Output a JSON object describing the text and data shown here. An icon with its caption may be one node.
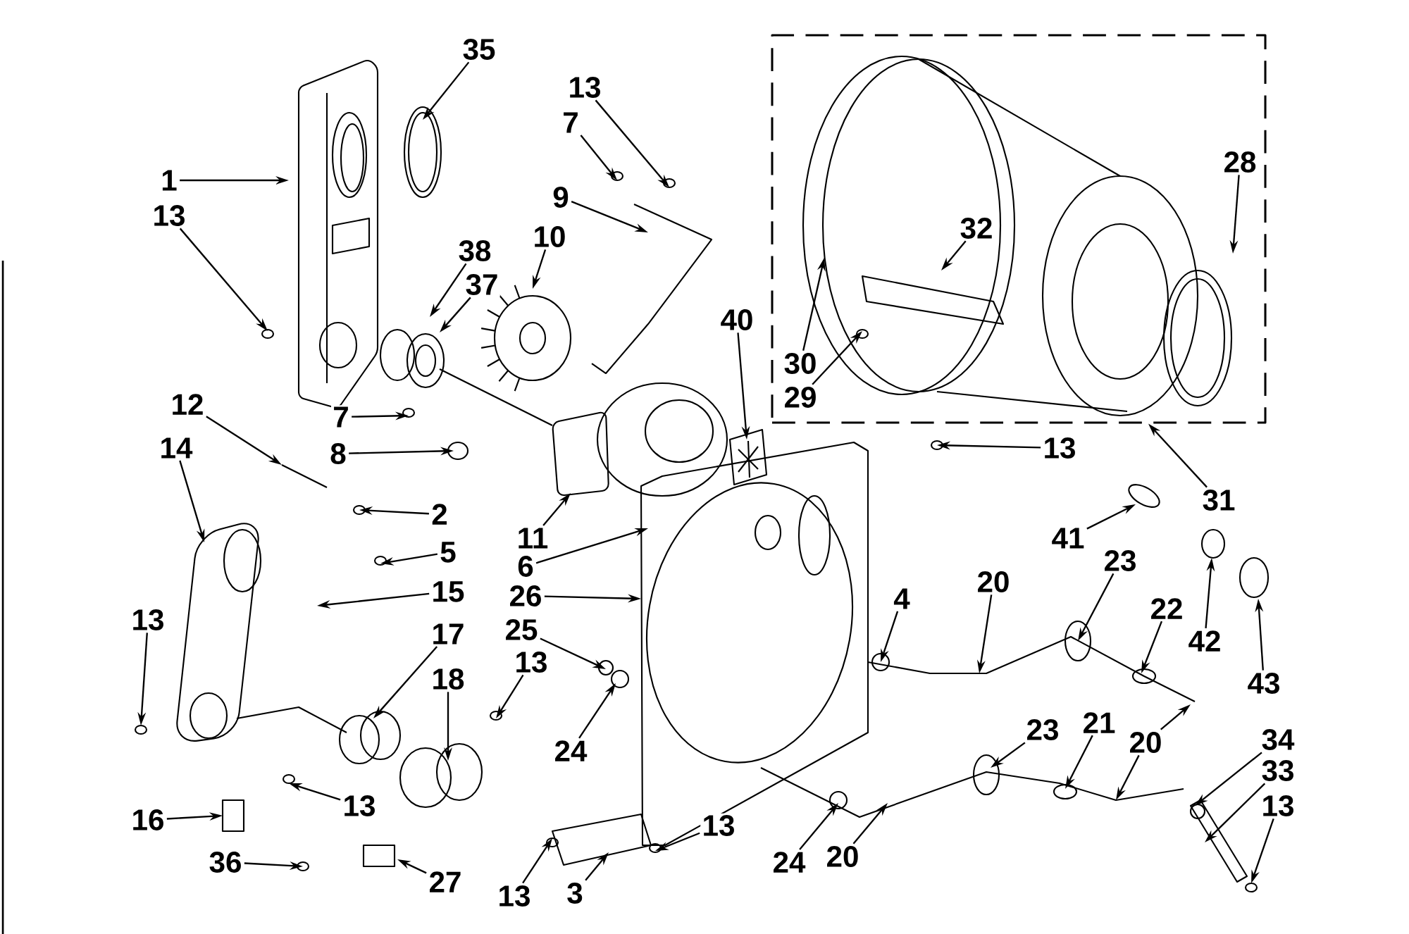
{
  "diagram": {
    "nodes": [
      {
        "text": [],
        "shape": "box"
      },
      {
        "text": [
          "1"
        ]
      },
      {
        "text": [
          "13"
        ]
      },
      {
        "text": [
          "35"
        ]
      },
      {
        "text": [
          "13"
        ]
      },
      {
        "text": [
          "7"
        ]
      },
      {
        "text": [
          "9"
        ]
      },
      {
        "text": [
          "10"
        ]
      },
      {
        "text": [
          "38"
        ]
      },
      {
        "text": [
          "37"
        ]
      },
      {
        "text": [
          "32"
        ],
        "in": 0
      },
      {
        "text": [
          "28"
        ],
        "in": 0
      },
      {
        "text": [
          "30"
        ],
        "in": 0
      },
      {
        "text": [
          "29"
        ],
        "in": 0
      },
      {
        "text": [
          "40"
        ]
      },
      {
        "text": [
          "13"
        ]
      },
      {
        "text": [
          "31"
        ]
      },
      {
        "text": [
          "12"
        ]
      },
      {
        "text": [
          "7"
        ]
      },
      {
        "text": [
          "8"
        ]
      },
      {
        "text": [
          "14"
        ]
      },
      {
        "text": [
          "2"
        ]
      },
      {
        "text": [
          "11"
        ]
      },
      {
        "text": [
          "6"
        ]
      },
      {
        "text": [
          "41"
        ]
      },
      {
        "text": [
          "5"
        ]
      },
      {
        "text": [
          "26"
        ]
      },
      {
        "text": [
          "4"
        ]
      },
      {
        "text": [
          "20"
        ]
      },
      {
        "text": [
          "23"
        ]
      },
      {
        "text": [
          "42"
        ]
      },
      {
        "text": [
          "15"
        ]
      },
      {
        "text": [
          "22"
        ]
      },
      {
        "text": [
          "43"
        ]
      },
      {
        "text": [
          "13"
        ]
      },
      {
        "text": [
          "25"
        ]
      },
      {
        "text": [
          "17"
        ]
      },
      {
        "text": [
          "13"
        ]
      },
      {
        "text": [
          "18"
        ]
      },
      {
        "text": [
          "23"
        ]
      },
      {
        "text": [
          "21"
        ]
      },
      {
        "text": [
          "20"
        ]
      },
      {
        "text": [
          "34"
        ]
      },
      {
        "text": [
          "24"
        ]
      },
      {
        "text": [
          "33"
        ]
      },
      {
        "text": [
          "13"
        ]
      },
      {
        "text": [
          "13"
        ]
      },
      {
        "text": [
          "16"
        ]
      },
      {
        "text": [
          "13"
        ]
      },
      {
        "text": [
          "24"
        ]
      },
      {
        "text": [
          "20"
        ]
      },
      {
        "text": [
          "36"
        ]
      },
      {
        "text": [
          "27"
        ]
      },
      {
        "text": [
          "3"
        ]
      },
      {
        "text": [
          "13"
        ]
      }
    ],
    "edges": [
      {
        "from": 1,
        "to": null,
        "arrow": "to"
      },
      {
        "from": 2,
        "to": null,
        "arrow": "to"
      },
      {
        "from": 3,
        "to": null,
        "arrow": "to"
      },
      {
        "from": 4,
        "to": null,
        "arrow": "to"
      },
      {
        "from": 5,
        "to": null,
        "arrow": "to"
      },
      {
        "from": 6,
        "to": null,
        "arrow": "to"
      },
      {
        "from": 7,
        "to": null,
        "arrow": "to"
      },
      {
        "from": 8,
        "to": null,
        "arrow": "to"
      },
      {
        "from": 9,
        "to": null,
        "arrow": "to"
      },
      {
        "from": 10,
        "to": null,
        "arrow": "to"
      },
      {
        "from": 11,
        "to": null,
        "arrow": "to"
      },
      {
        "from": 12,
        "to": null,
        "arrow": "to"
      },
      {
        "from": 13,
        "to": null,
        "arrow": "to"
      },
      {
        "from": 14,
        "to": null,
        "arrow": "to"
      },
      {
        "from": 15,
        "to": null,
        "arrow": "to"
      },
      {
        "from": 16,
        "to": 0,
        "arrow": "to"
      },
      {
        "from": 17,
        "to": null,
        "arrow": "to"
      },
      {
        "from": 18,
        "to": null,
        "arrow": "to"
      },
      {
        "from": 19,
        "to": null,
        "arrow": "to"
      },
      {
        "from": 20,
        "to": null,
        "arrow": "to"
      },
      {
        "from": 21,
        "to": null,
        "arrow": "to"
      },
      {
        "from": 22,
        "to": null,
        "arrow": "to"
      },
      {
        "from": 23,
        "to": null,
        "arrow": "to"
      },
      {
        "from": 24,
        "to": null,
        "arrow": "to"
      },
      {
        "from": 25,
        "to": null,
        "arrow": "to"
      },
      {
        "from": 26,
        "to": null,
        "arrow": "to"
      },
      {
        "from": 27,
        "to": null,
        "arrow": "to"
      },
      {
        "from": 28,
        "to": null,
        "arrow": "to"
      },
      {
        "from": 29,
        "to": null,
        "arrow": "to"
      },
      {
        "from": 30,
        "to": null,
        "arrow": "to"
      },
      {
        "from": 31,
        "to": null,
        "arrow": "to"
      },
      {
        "from": 32,
        "to": null,
        "arrow": "to"
      },
      {
        "from": 33,
        "to": null,
        "arrow": "to"
      },
      {
        "from": 34,
        "to": null,
        "arrow": "to"
      },
      {
        "from": 35,
        "to": null,
        "arrow": "to"
      },
      {
        "from": 36,
        "to": null,
        "arrow": "to"
      },
      {
        "from": 37,
        "to": null,
        "arrow": "to"
      },
      {
        "from": 38,
        "to": null,
        "arrow": "to"
      },
      {
        "from": 39,
        "to": null,
        "arrow": "to"
      },
      {
        "from": 40,
        "to": null,
        "arrow": "to"
      },
      {
        "from": 41,
        "to": null,
        "arrow": "to"
      },
      {
        "from": 41,
        "to": null,
        "arrow": "to"
      },
      {
        "from": 42,
        "to": null,
        "arrow": "to"
      },
      {
        "from": 43,
        "to": null,
        "arrow": "to"
      },
      {
        "from": 44,
        "to": null,
        "arrow": "to"
      },
      {
        "from": 45,
        "to": null,
        "arrow": "to"
      },
      {
        "from": 46,
        "to": null,
        "arrow": "to"
      },
      {
        "from": 47,
        "to": null,
        "arrow": "to"
      },
      {
        "from": 48,
        "to": null,
        "arrow": "to"
      },
      {
        "from": 49,
        "to": null,
        "arrow": "to"
      },
      {
        "from": 50,
        "to": null,
        "arrow": "to"
      },
      {
        "from": 51,
        "to": null,
        "arrow": "to"
      },
      {
        "from": 52,
        "to": null,
        "arrow": "to"
      },
      {
        "from": 53,
        "to": null,
        "arrow": "to"
      },
      {
        "from": 54,
        "to": null,
        "arrow": "to"
      }
    ]
  }
}
